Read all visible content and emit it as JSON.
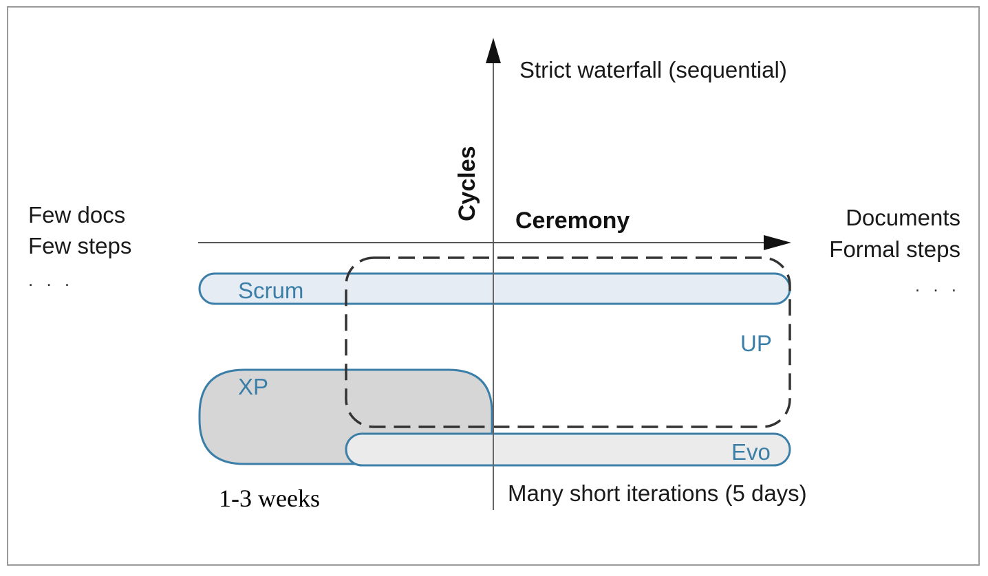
{
  "axes": {
    "vertical_title": "Cycles",
    "vertical_top_label": "Strict waterfall (sequential)",
    "vertical_bottom_label": "Many short iterations (5 days)",
    "horizontal_title": "Ceremony",
    "horizontal_left_label_1": "Few docs",
    "horizontal_left_label_2": "Few steps",
    "horizontal_left_ellipsis": ". . .",
    "horizontal_right_label_1": "Documents",
    "horizontal_right_label_2": "Formal steps",
    "horizontal_right_ellipsis": ". . ."
  },
  "methods": {
    "scrum": "Scrum",
    "xp": "XP",
    "up": "UP",
    "evo": "Evo"
  },
  "annotation": {
    "duration": "1-3 weeks"
  },
  "colors": {
    "method_stroke": "#3b7fa8",
    "method_text": "#3b7fa8",
    "scrum_fill": "#e6ecf3",
    "xp_fill": "#d6d6d6",
    "evo_fill": "#ebebeb",
    "axis": "#555555",
    "up_dash": "#333333"
  }
}
